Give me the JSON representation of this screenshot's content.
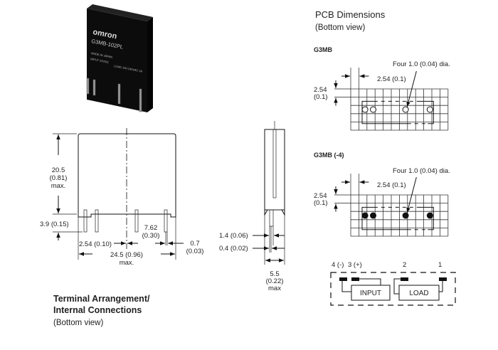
{
  "photo": {
    "brand": "omron",
    "model": "G3MB-102PL",
    "made_in": "MADE IN JAPAN",
    "input": "INPUT 24VDC",
    "load": "LOAD 100-240VAC 2A"
  },
  "front_view": {
    "height_dim": [
      "20.5",
      "(0.81)",
      "max."
    ],
    "pin_length_dim": "3.9 (0.15)",
    "pin_pitch_dim": "2.54 (0.10)",
    "pin_spacing_dim": [
      "7.62",
      "(0.30)"
    ],
    "pin_offset_dim": [
      "0.7",
      "(0.03)"
    ],
    "width_dim": [
      "24.5 (0.96)",
      "max."
    ]
  },
  "side_view": {
    "dim_1": "1.4 (0.06)",
    "dim_2": "0.4 (0.02)",
    "depth_dim": [
      "5.5",
      "(0.22)",
      "max"
    ]
  },
  "pcb": {
    "title": "PCB Dimensions",
    "subtitle": "(Bottom view)",
    "layouts": [
      {
        "label": "G3MB",
        "hole_note": "Four 1.0 (0.04) dia.",
        "pitch_h": "2.54 (0.1)",
        "pitch_v": [
          "2.54",
          "(0.1)"
        ],
        "holes_filled": false
      },
      {
        "label": "G3MB (-4)",
        "hole_note": "Four 1.0 (0.04) dia.",
        "pitch_h": "2.54 (0.1)",
        "pitch_v": [
          "2.54",
          "(0.1)"
        ],
        "holes_filled": true
      }
    ]
  },
  "terminal": {
    "title_1": "Terminal Arrangement/",
    "title_2": "Internal Connections",
    "subtitle": "(Bottom view)",
    "pin_labels": [
      "4 (-)",
      "3 (+)",
      "2",
      "1"
    ],
    "input_label": "INPUT",
    "load_label": "LOAD"
  }
}
